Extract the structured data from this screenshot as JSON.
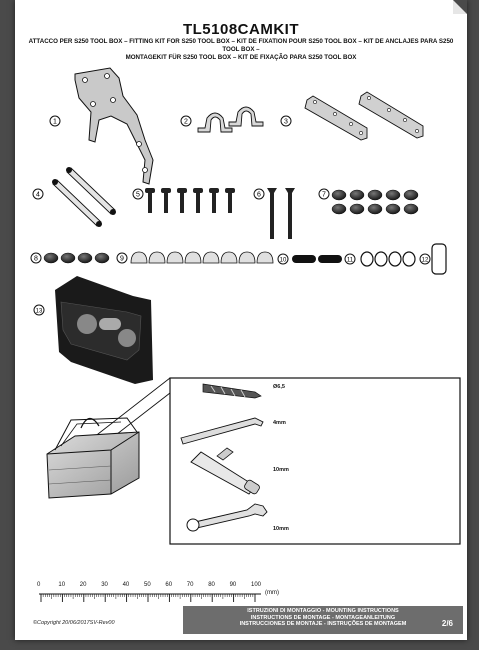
{
  "header": {
    "title": "TL5108CAMKIT",
    "subtitle_line1": "ATTACCO PER S250 TOOL BOX – FITTING KIT FOR S250 TOOL BOX – KIT DE FIXATION POUR S250 TOOL BOX – KIT DE ANCLAJES PARA S250 TOOL BOX –",
    "subtitle_line2": "MONTAGEKIT FÜR S250 TOOL BOX – KIT DE FIXAÇÃO PARA S250 TOOL BOX"
  },
  "parts": {
    "numbers": [
      "1",
      "2",
      "3",
      "4",
      "5",
      "6",
      "7",
      "8",
      "9",
      "10",
      "11",
      "12",
      "13"
    ]
  },
  "tools": {
    "drill": "Ø6,5",
    "allen": "4mm",
    "tkey": "10mm",
    "wrench": "10mm"
  },
  "ruler": {
    "ticks": [
      "0",
      "10",
      "20",
      "30",
      "40",
      "50",
      "60",
      "70",
      "80",
      "90",
      "100"
    ],
    "unit": "(mm)"
  },
  "footer": {
    "line1": "ISTRUZIONI DI MONTAGGIO  -  MOUNTING INSTRUCTIONS",
    "line2": "INSTRUCTIONS DE MONTAGE - MONTAGEANLEITUNG",
    "line3": "INSTRUCCIONES DE MONTAJE - INSTRUÇÕES DE MONTAGEM",
    "copyright": "©Copyright 20/06/2017SV-Rev00",
    "page": "2/6"
  }
}
